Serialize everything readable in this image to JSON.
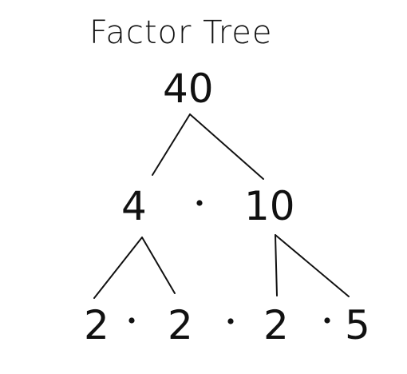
{
  "title": "Factor Tree",
  "root": {
    "value": "40"
  },
  "level1": {
    "left": "4",
    "operator": "·",
    "right": "10"
  },
  "level2": {
    "factors": [
      "2",
      "2",
      "2",
      "5"
    ],
    "operators": [
      "·",
      "·",
      "·"
    ]
  },
  "colors": {
    "ink": "#111111",
    "background": "#ffffff"
  }
}
